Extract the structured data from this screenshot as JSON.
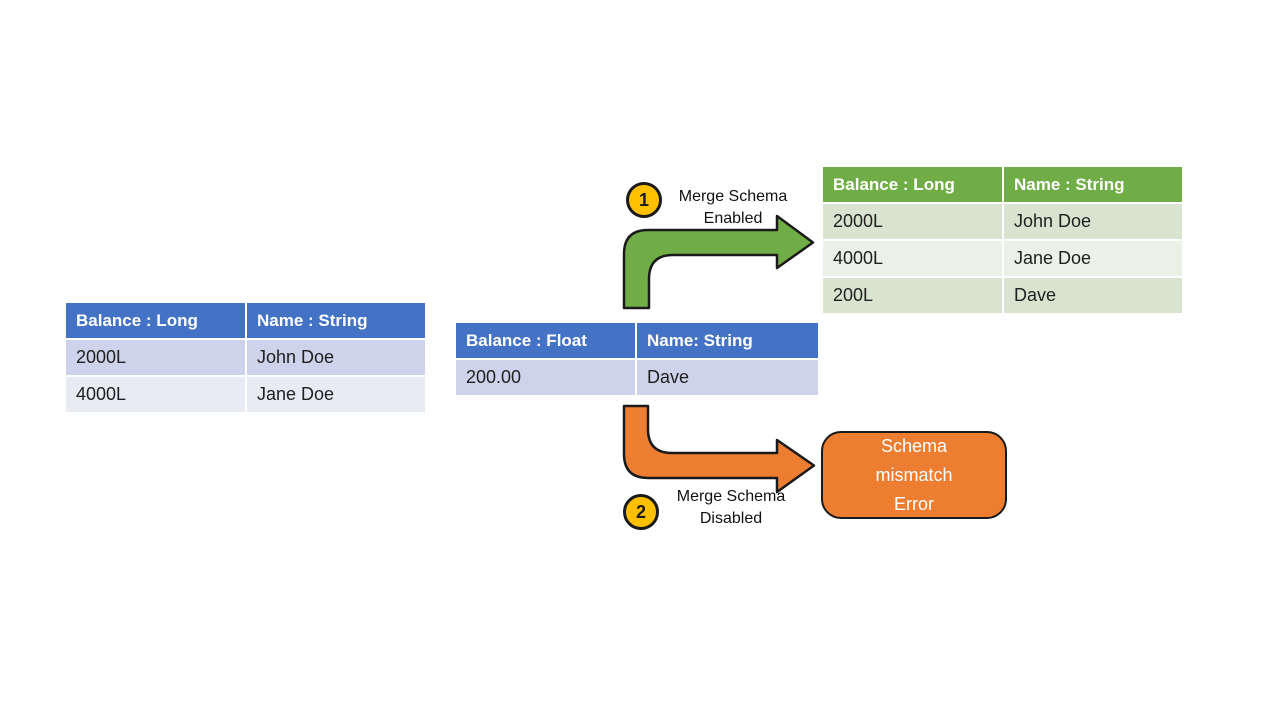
{
  "colors": {
    "blue-header": "#4472C4",
    "blue-row-a": "#CDD3EA",
    "blue-row-b": "#E9EBF4",
    "green-header": "#70AD47",
    "green-row-a": "#D8E4CF",
    "green-row-b": "#EBF1E6",
    "arrow-green": "#70AD47",
    "arrow-orange": "#ED7D31",
    "badge-yellow": "#FFC000",
    "ink": "#1a1a1a",
    "text-dark": "#1f1f1f"
  },
  "tables": {
    "source_long": {
      "headers": [
        "Balance : Long",
        "Name : String"
      ],
      "rows": [
        [
          "2000L",
          "John Doe"
        ],
        [
          "4000L",
          "Jane Doe"
        ]
      ]
    },
    "incoming_float": {
      "headers": [
        "Balance : Float",
        "Name: String"
      ],
      "rows": [
        [
          "200.00",
          "Dave"
        ]
      ]
    },
    "merged_result": {
      "headers": [
        "Balance : Long",
        "Name : String"
      ],
      "rows": [
        [
          "2000L",
          "John Doe"
        ],
        [
          "4000L",
          "Jane Doe"
        ],
        [
          "200L",
          "Dave"
        ]
      ]
    }
  },
  "annotations": {
    "step1": {
      "badge": "1",
      "label_line1": "Merge Schema",
      "label_line2": "Enabled"
    },
    "step2": {
      "badge": "2",
      "label_line1": "Merge Schema",
      "label_line2": "Disabled"
    }
  },
  "error_box": {
    "line1": "Schema",
    "line2": "mismatch",
    "line3": "Error"
  }
}
